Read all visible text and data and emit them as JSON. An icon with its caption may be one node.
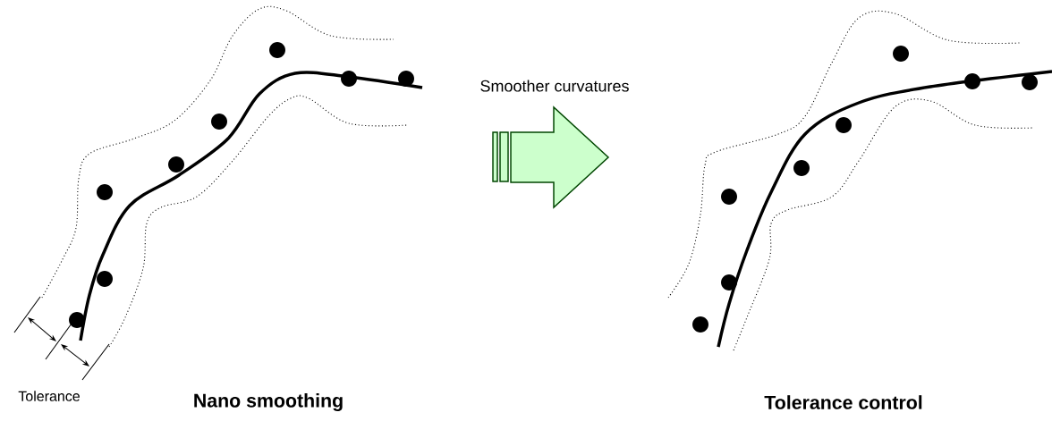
{
  "diagram": {
    "labels": [
      "Smoother curvatures",
      "Tolerance",
      "Nano smoothing",
      "Tolerance control"
    ]
  }
}
